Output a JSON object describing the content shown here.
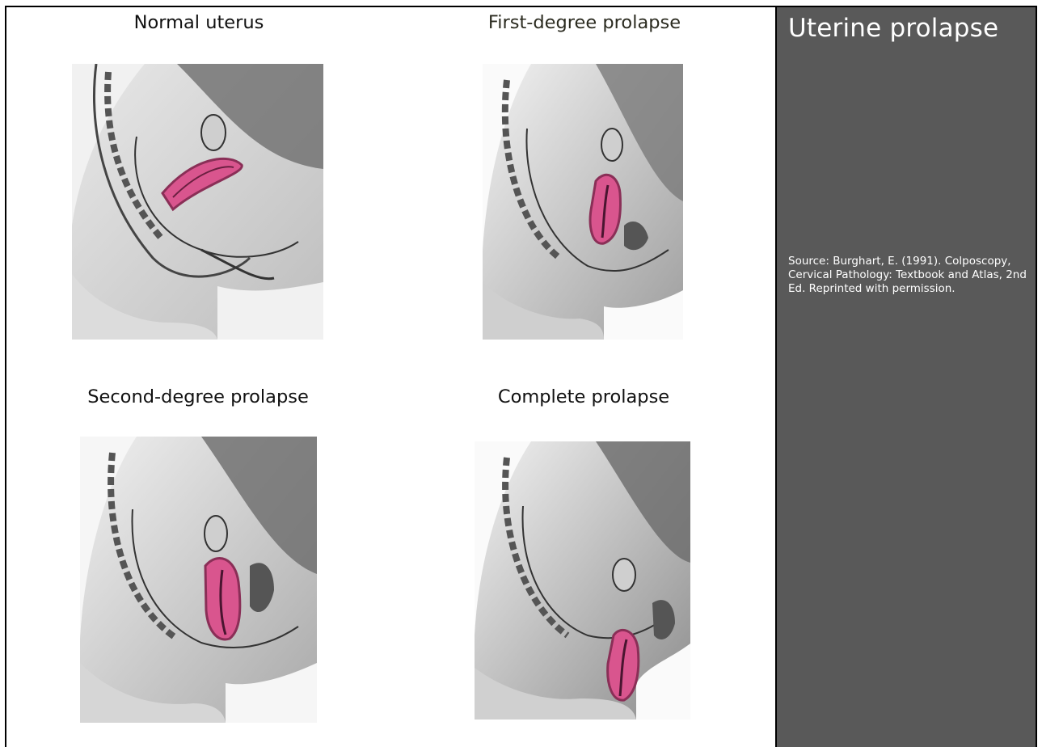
{
  "panels": [
    {
      "caption": "Normal uterus",
      "image": "sagittal-pelvis-normal-uterus"
    },
    {
      "caption": "First-degree prolapse",
      "image": "sagittal-pelvis-first-degree-prolapse"
    },
    {
      "caption": "Second-degree prolapse",
      "image": "sagittal-pelvis-second-degree-prolapse"
    },
    {
      "caption": "Complete prolapse",
      "image": "sagittal-pelvis-complete-prolapse"
    }
  ],
  "sidebar": {
    "title": "Uterine prolapse",
    "source": "Source: Burghart, E. (1991). Colposcopy, Cervical Pathology: Textbook and Atlas, 2nd Ed. Reprinted with permission."
  },
  "colors": {
    "sidebar_bg": "#595959",
    "uterus_highlight": "#d9558e"
  }
}
